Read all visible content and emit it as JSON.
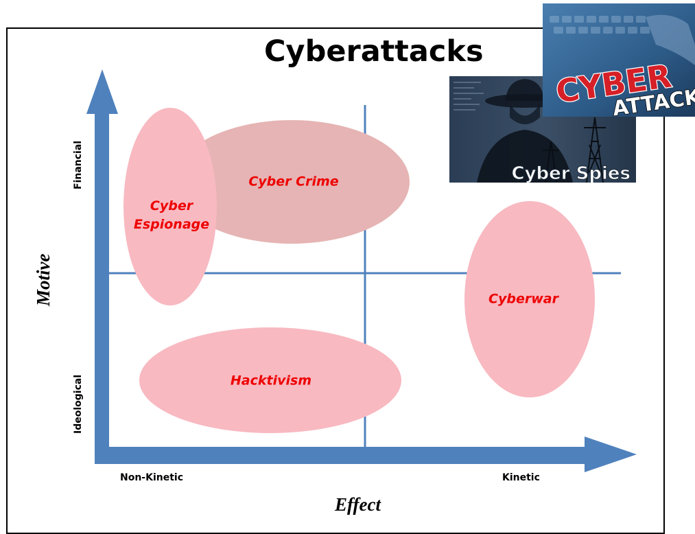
{
  "title": "Cyberattacks",
  "axes": {
    "x_title": "Effect",
    "y_title": "Motive",
    "x_low": "Non-Kinetic",
    "x_high": "Kinetic",
    "y_low": "Ideological",
    "y_high": "Financial"
  },
  "regions": {
    "espionage_line1": "Cyber",
    "espionage_line2": "Espionage",
    "crime": "Cyber Crime",
    "cyberwar": "Cyberwar",
    "hacktivism": "Hacktivism"
  },
  "images": {
    "spies_caption": "Cyber Spies",
    "attack_line1": "CYBER",
    "attack_line2": "ATTACK"
  },
  "colors": {
    "axis_blue": "#4f81bd",
    "bubble_pink": "#f8b9c1",
    "crime_fill": "#e6b4b4",
    "label_red": "#ee0000"
  }
}
